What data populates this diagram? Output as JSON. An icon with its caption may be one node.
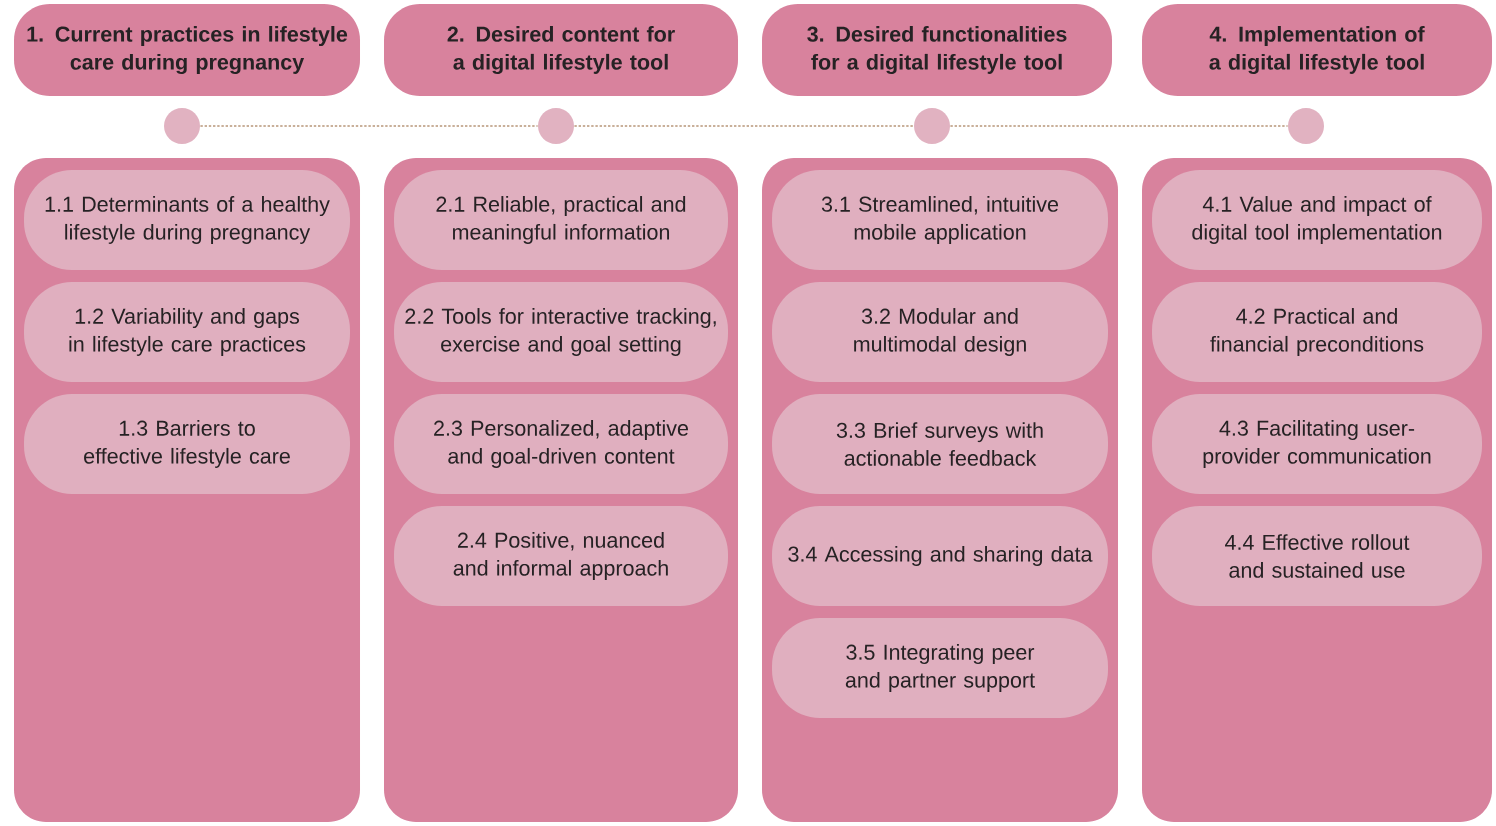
{
  "diagram": {
    "nodes": [
      {
        "text": [
          "1. Current practices in lifestyle care during pregnancy"
        ]
      },
      {
        "text": [
          "2. Desired content for a digital lifestyle tool"
        ]
      },
      {
        "text": [
          "3. Desired functionalities for a digital lifestyle tool"
        ]
      },
      {
        "text": [
          "4. Implementation of a digital lifestyle tool"
        ]
      },
      {
        "text": [],
        "shape": "circle"
      },
      {
        "text": [],
        "shape": "circle"
      },
      {
        "text": [],
        "shape": "circle"
      },
      {
        "text": [],
        "shape": "circle"
      },
      {
        "text": [],
        "shape": "box"
      },
      {
        "text": [
          "1.1 Determinants of a healthy lifestyle during pregnancy"
        ],
        "in": 8
      },
      {
        "text": [
          "1.2 Variability and gaps in lifestyle care practices"
        ],
        "in": 8
      },
      {
        "text": [
          "1.3 Barriers to effective lifestyle care"
        ],
        "in": 8
      },
      {
        "text": [],
        "shape": "box"
      },
      {
        "text": [
          "2.1 Reliable, practical and meaningful information"
        ],
        "in": 12
      },
      {
        "text": [
          "2.2 Tools for interactive tracking, exercise and goal setting"
        ],
        "in": 12
      },
      {
        "text": [
          "2.3 Personalized, adaptive and goal-driven content"
        ],
        "in": 12
      },
      {
        "text": [
          "2.4 Positive, nuanced and informal approach"
        ],
        "in": 12
      },
      {
        "text": [],
        "shape": "box"
      },
      {
        "text": [
          "3.1 Streamlined, intuitive mobile application"
        ],
        "in": 17
      },
      {
        "text": [
          "3.2 Modular and multimodal design"
        ],
        "in": 17
      },
      {
        "text": [
          "3.3 Brief surveys with actionable feedback"
        ],
        "in": 17
      },
      {
        "text": [
          "3.4 Accessing and sharing data"
        ],
        "in": 17
      },
      {
        "text": [
          "3.5 Integrating peer and partner support"
        ],
        "in": 17
      },
      {
        "text": [],
        "shape": "box"
      },
      {
        "text": [
          "4.1 Value and impact of digital tool implementation"
        ],
        "in": 23
      },
      {
        "text": [
          "4.2 Practical and financial preconditions"
        ],
        "in": 23
      },
      {
        "text": [
          "4.3 Facilitating user-provider communication"
        ],
        "in": 23
      },
      {
        "text": [
          "4.4 Effective rollout and sustained use"
        ],
        "in": 23
      }
    ],
    "edges": [
      {
        "from": 4,
        "to": 5,
        "arrow": "none",
        "style": "dashed"
      },
      {
        "from": 5,
        "to": 6,
        "arrow": "none",
        "style": "dashed"
      },
      {
        "from": 6,
        "to": 7,
        "arrow": "none",
        "style": "dashed"
      }
    ]
  }
}
